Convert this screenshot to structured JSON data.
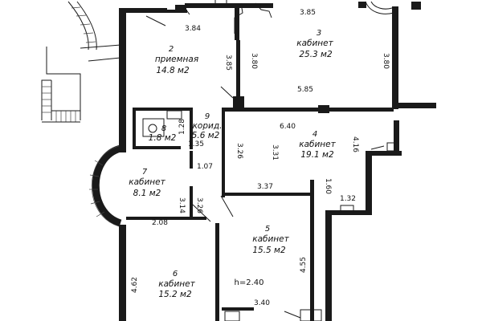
{
  "rooms": [
    {
      "id": "r2",
      "number": "2",
      "name": "приемная",
      "area": "14.8 м2"
    },
    {
      "id": "r3",
      "number": "3",
      "name": "кабинет",
      "area": "25.3 м2"
    },
    {
      "id": "r4",
      "number": "4",
      "name": "кабинет",
      "area": "19.1 м2"
    },
    {
      "id": "r5",
      "number": "5",
      "name": "кабинет",
      "area": "15.5 м2"
    },
    {
      "id": "r6",
      "number": "6",
      "name": "кабинет",
      "area": "15.2 м2"
    },
    {
      "id": "r7",
      "number": "7",
      "name": "кабинет",
      "area": "8.1 м2"
    },
    {
      "id": "r8",
      "number": "8",
      "name": "",
      "area": "1.8 м2"
    },
    {
      "id": "r9",
      "number": "9",
      "name": "корид.",
      "area": "5.6 м2"
    }
  ],
  "dimensions": {
    "d3_84": "3.84",
    "d3_85_top": "3.85",
    "d3_85_v": "3.85",
    "d3_80_a": "3.80",
    "d3_80_b": "3.80",
    "d5_85": "5.85",
    "d6_40": "6.40",
    "d3_26_a": "3.26",
    "d3_31": "3.31",
    "d4_16": "4.16",
    "d1_28": "1.28",
    "d1_35": "1.35",
    "d1_07": "1.07",
    "d3_37": "3.37",
    "d1_60": "1.60",
    "d1_32": "1.32",
    "d3_14": "3.14",
    "d3_26_b": "3.26",
    "d2_08": "2.08",
    "d4_55": "4.55",
    "d4_62": "4.62",
    "d3_40": "3.40"
  },
  "height_note": "h=2.40"
}
